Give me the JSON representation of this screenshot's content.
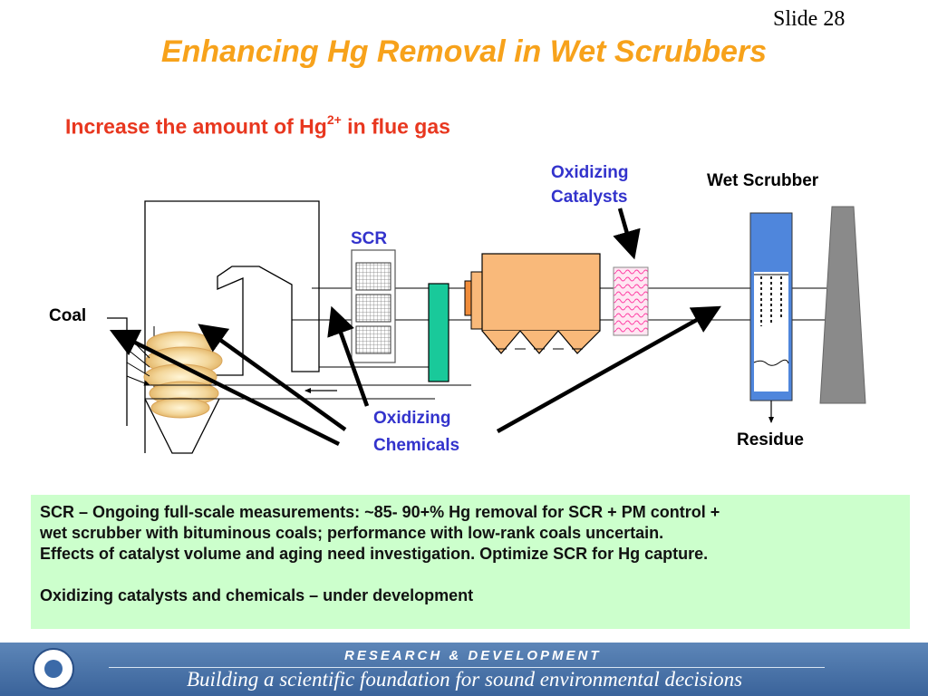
{
  "slide_number": "Slide 28",
  "title": "Enhancing Hg Removal in Wet Scrubbers",
  "subtitle": {
    "prefix": "Increase the amount of Hg",
    "superscript": "2+",
    "suffix": " in flue gas"
  },
  "diagram": {
    "labels": {
      "oxidizing_catalysts_line1": "Oxidizing",
      "oxidizing_catalysts_line2": "Catalysts",
      "wet_scrubber": "Wet Scrubber",
      "scr": "SCR",
      "coal": "Coal",
      "oxidizing_chemicals_line1": "Oxidizing",
      "oxidizing_chemicals_line2": "Chemicals",
      "residue": "Residue"
    },
    "colors": {
      "label_blue": "#3333cc",
      "precipitator_orange": "#f9b97a",
      "duct_injector_green": "#19c99a",
      "scrubber_blue": "#4f86dc",
      "stack_gray": "#8a8a8a",
      "catalyst_pink": "#ff6fbd"
    }
  },
  "info_box": {
    "line1": "SCR – Ongoing full-scale measurements: ~85- 90+% Hg removal for SCR + PM control +",
    "line2": "wet scrubber with bituminous coals; performance with low-rank coals uncertain.",
    "line3": "Effects of catalyst volume and aging need investigation. Optimize SCR for Hg capture.",
    "line4": "Oxidizing catalysts and chemicals – under development",
    "background": "#ccffcc"
  },
  "footer": {
    "top_text": "RESEARCH & DEVELOPMENT",
    "bottom_text": "Building a scientific foundation for sound environmental decisions",
    "seal_icon": "agency-seal-icon"
  }
}
